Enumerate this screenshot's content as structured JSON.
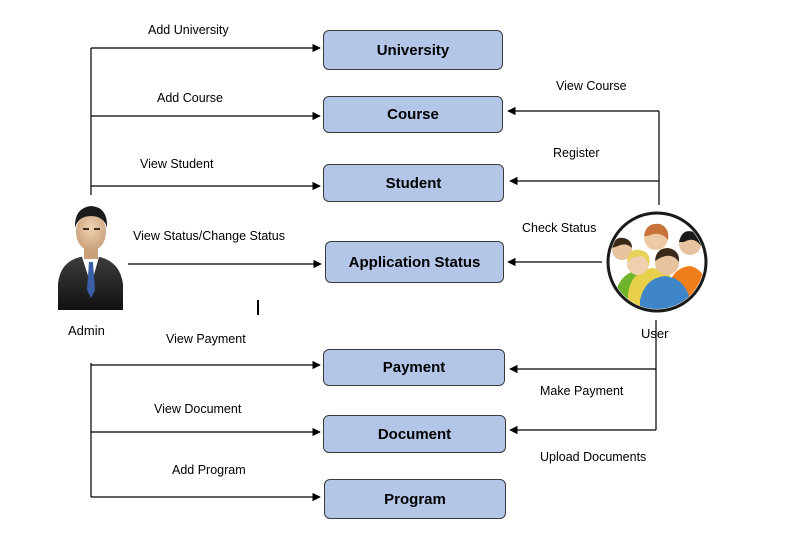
{
  "actors": {
    "admin": {
      "label": "Admin"
    },
    "user": {
      "label": "User"
    }
  },
  "entities": [
    {
      "id": "university",
      "label": "University"
    },
    {
      "id": "course",
      "label": "Course"
    },
    {
      "id": "student",
      "label": "Student"
    },
    {
      "id": "application_status",
      "label": "Application Status"
    },
    {
      "id": "payment",
      "label": "Payment"
    },
    {
      "id": "document",
      "label": "Document"
    },
    {
      "id": "program",
      "label": "Program"
    }
  ],
  "admin_actions": [
    {
      "label": "Add University",
      "target": "university"
    },
    {
      "label": "Add Course",
      "target": "course"
    },
    {
      "label": "View Student",
      "target": "student"
    },
    {
      "label": "View Status/Change Status",
      "target": "application_status"
    },
    {
      "label": "View Payment",
      "target": "payment"
    },
    {
      "label": "View Document",
      "target": "document"
    },
    {
      "label": "Add Program",
      "target": "program"
    }
  ],
  "user_actions": [
    {
      "label": "View Course",
      "target": "course"
    },
    {
      "label": "Register",
      "target": "student"
    },
    {
      "label": "Check Status",
      "target": "application_status"
    },
    {
      "label": "Make Payment",
      "target": "payment"
    },
    {
      "label": "Upload Documents",
      "target": "document"
    }
  ],
  "colors": {
    "box_fill": "#b4c6e7",
    "box_border": "#3a3a3a",
    "line": "#000000"
  },
  "icons": {
    "admin": "businessman-icon",
    "user": "user-group-icon"
  }
}
